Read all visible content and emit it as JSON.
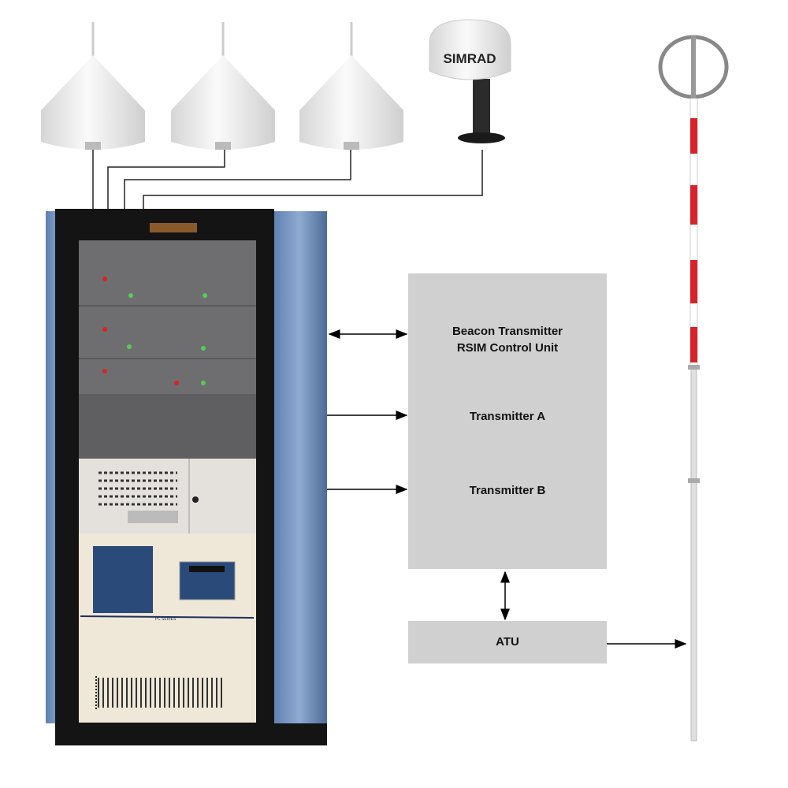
{
  "diagram": {
    "control_unit": {
      "line1": "Beacon Transmitter",
      "line2": "RSIM Control Unit"
    },
    "transmitter_a": "Transmitter A",
    "transmitter_b": "Transmitter B",
    "atu": "ATU",
    "gps_antenna_brand": "SIMRAD",
    "cabinet_series_label": "PC SERIES"
  },
  "colors": {
    "box": "#d0d0d0",
    "cabinet_side": "#6f8fb8",
    "cabinet_frame": "#141414",
    "pole_red": "#d8232a"
  }
}
